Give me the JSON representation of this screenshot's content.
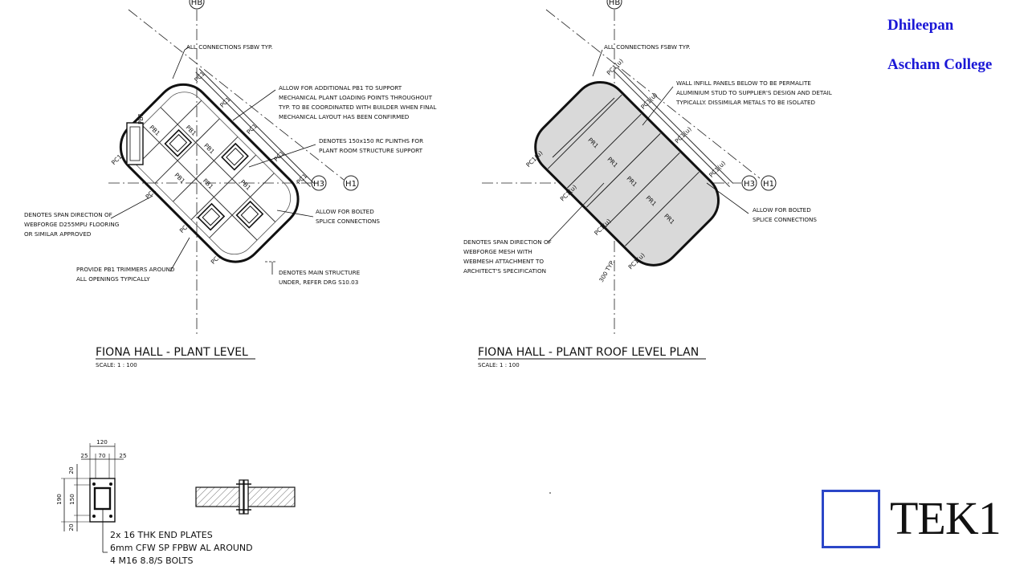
{
  "header": {
    "author": "Dhileepan",
    "institution": "Ascham College"
  },
  "logo": {
    "brand": "TEK1",
    "box_color": "#2b46c8"
  },
  "left_plan": {
    "title": "FIONA HALL - PLANT LEVEL",
    "scale": "SCALE: 1 : 100",
    "grid_top": "HB",
    "grid_right_a": "H3",
    "grid_right_b": "H1",
    "notes": {
      "connections": "ALL CONNECTIONS FSBW TYP.",
      "pb1_line1": "ALLOW FOR ADDITIONAL PB1 TO SUPPORT",
      "pb1_line2": "MECHANICAL PLANT LOADING POINTS THROUGHOUT",
      "pb1_line3": "TYP. TO BE COORDINATED WITH BUILDER WHEN FINAL",
      "pb1_line4": "MECHANICAL LAYOUT HAS BEEN CONFIRMED",
      "plinth_line1": "DENOTES 150x150 RC PLINTHS FOR",
      "plinth_line2": "PLANT ROOM STRUCTURE SUPPORT",
      "span_line1": "DENOTES SPAN DIRECTION OF",
      "span_line2": "WEBFORGE D255MPU FLOORING",
      "span_line3": "OR SIMILAR APPROVED",
      "bolted_line1": "ALLOW FOR BOLTED",
      "bolted_line2": "SPLICE CONNECTIONS",
      "trim_line1": "PROVIDE PB1 TRIMMERS AROUND",
      "trim_line2": "ALL OPENINGS TYPICALLY",
      "main_line1": "DENOTES MAIN STRUCTURE",
      "main_line2": "UNDER, REFER DRG S10.03"
    }
  },
  "right_plan": {
    "title": "FIONA HALL - PLANT ROOF LEVEL PLAN",
    "scale": "SCALE: 1 : 100",
    "grid_top": "HB",
    "grid_right_a": "H3",
    "grid_right_b": "H1",
    "notes": {
      "connections": "ALL CONNECTIONS FSBW TYP.",
      "wall_line1": "WALL INFILL PANELS BELOW TO BE PERMALITE",
      "wall_line2": "ALUMINIUM STUD TO SUPPLIER'S DESIGN AND DETAIL",
      "wall_line3": "TYPICALLY. DISSIMILAR METALS TO BE ISOLATED",
      "bolted_line1": "ALLOW FOR BOLTED",
      "bolted_line2": "SPLICE CONNECTIONS",
      "span_line1": "DENOTES SPAN DIRECTION OF",
      "span_line2": "WEBFORGE MESH WITH",
      "span_line3": "WEBMESH ATTACHMENT TO",
      "span_line4": "ARCHITECT'S SPECIFICATION",
      "typ": "300 TYP."
    }
  },
  "detail": {
    "dim_top": "120",
    "dim_25a": "25",
    "dim_70": "70",
    "dim_25b": "25",
    "dim_190": "190",
    "dim_150": "150",
    "dim_20a": "20",
    "dim_20b": "20",
    "note1": "2x 16 THK END PLATES",
    "note2": "6mm CFW SP FPBW AL AROUND",
    "note3": "4 M16 8.8/S BOLTS"
  },
  "member_labels": {
    "pc1": "PC1",
    "pb1": "PB1",
    "pr1": "PR1",
    "pc1u": "PC1(u)"
  }
}
